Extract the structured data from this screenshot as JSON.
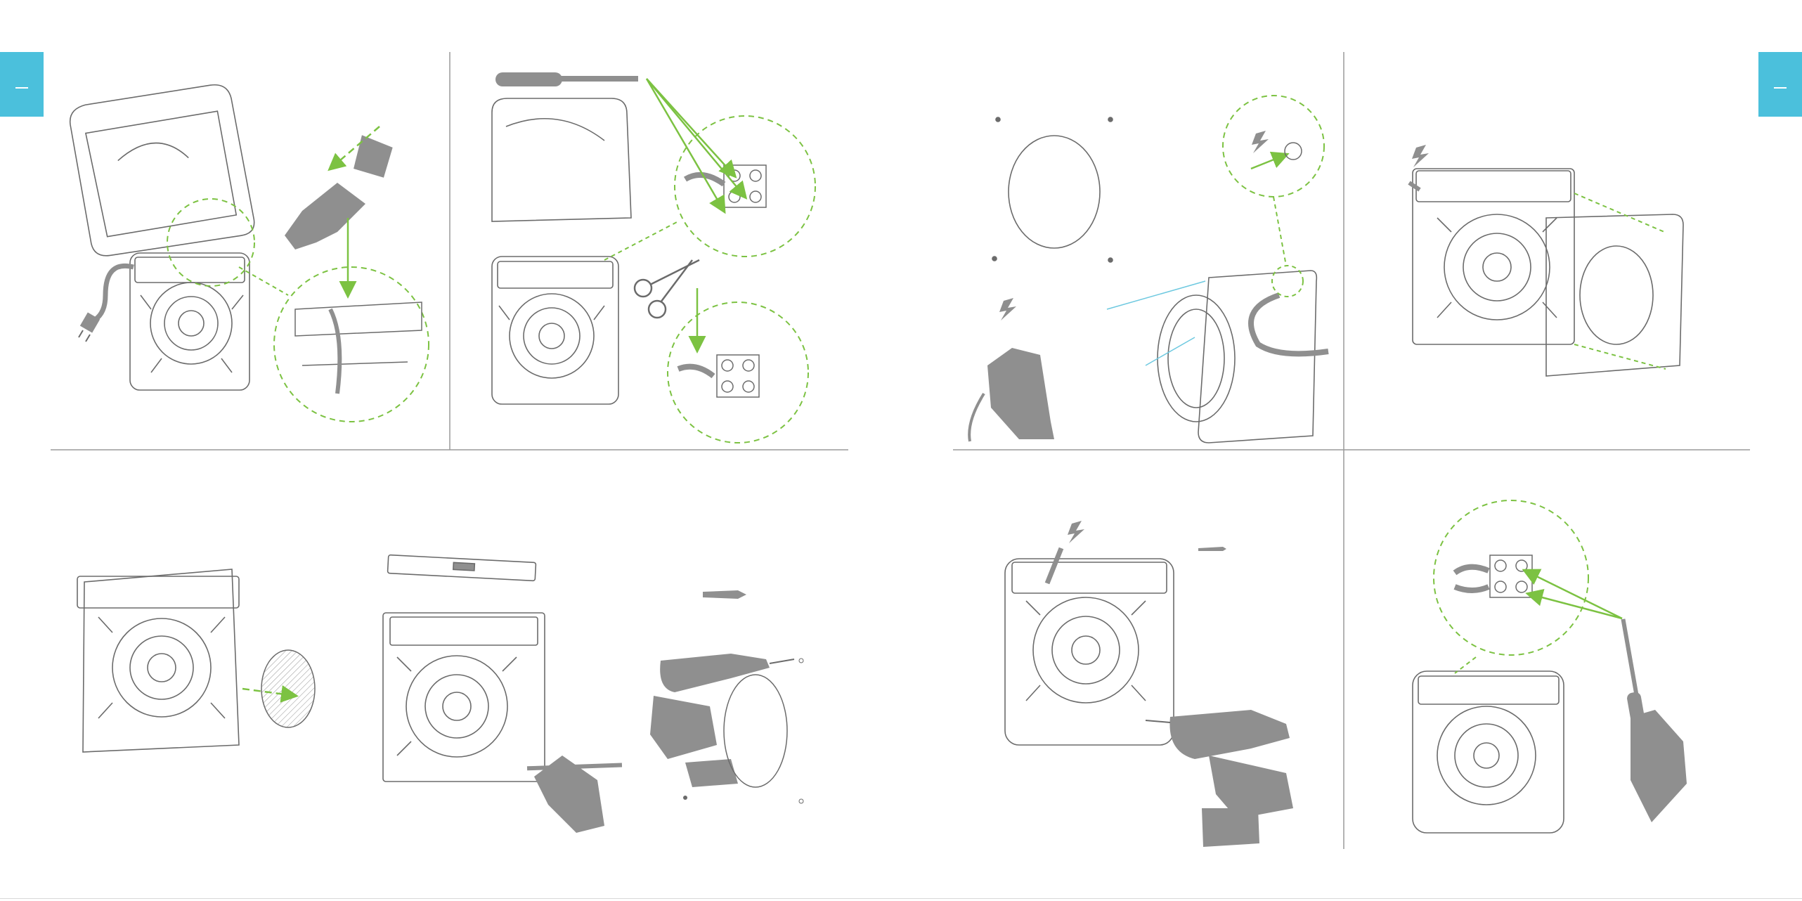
{
  "document": {
    "type": "installation-guide-spread",
    "pages": [
      {
        "side": "left",
        "section_tab": "",
        "page_number": ""
      },
      {
        "side": "right",
        "section_tab": "",
        "page_number": ""
      }
    ],
    "steps": [
      {
        "id": "L-top-1",
        "depicts": "open-front-cover-unplug-connector"
      },
      {
        "id": "L-top-2",
        "depicts": "loosen-terminal-screws-cut-cable"
      },
      {
        "id": "L-bottom-1",
        "depicts": "place-fan-over-wall-opening"
      },
      {
        "id": "L-bottom-2",
        "depicts": "level-and-mark-holes"
      },
      {
        "id": "L-bottom-3",
        "depicts": "drill-holes-insert-plugs"
      },
      {
        "id": "R-top-1",
        "depicts": "isolate-power-route-cable"
      },
      {
        "id": "R-top-2",
        "depicts": "position-fan-on-wall"
      },
      {
        "id": "R-bottom-1",
        "depicts": "fix-fan-with-screws"
      },
      {
        "id": "R-bottom-2",
        "depicts": "connect-and-tighten-terminals"
      }
    ]
  },
  "colors": {
    "accent_tab": "#4bc0dc",
    "arrow_green": "#7cc242",
    "line_art": "#6b6b6b",
    "fill_gray": "#8f8f8f",
    "guide_blue": "#6ec9e0"
  },
  "icons": [
    "lightning-icon",
    "screwdriver-icon",
    "scissors-icon",
    "drill-icon",
    "spirit-level-icon",
    "wall-plug-icon",
    "screw-icon",
    "hand-icon",
    "plug-icon"
  ]
}
